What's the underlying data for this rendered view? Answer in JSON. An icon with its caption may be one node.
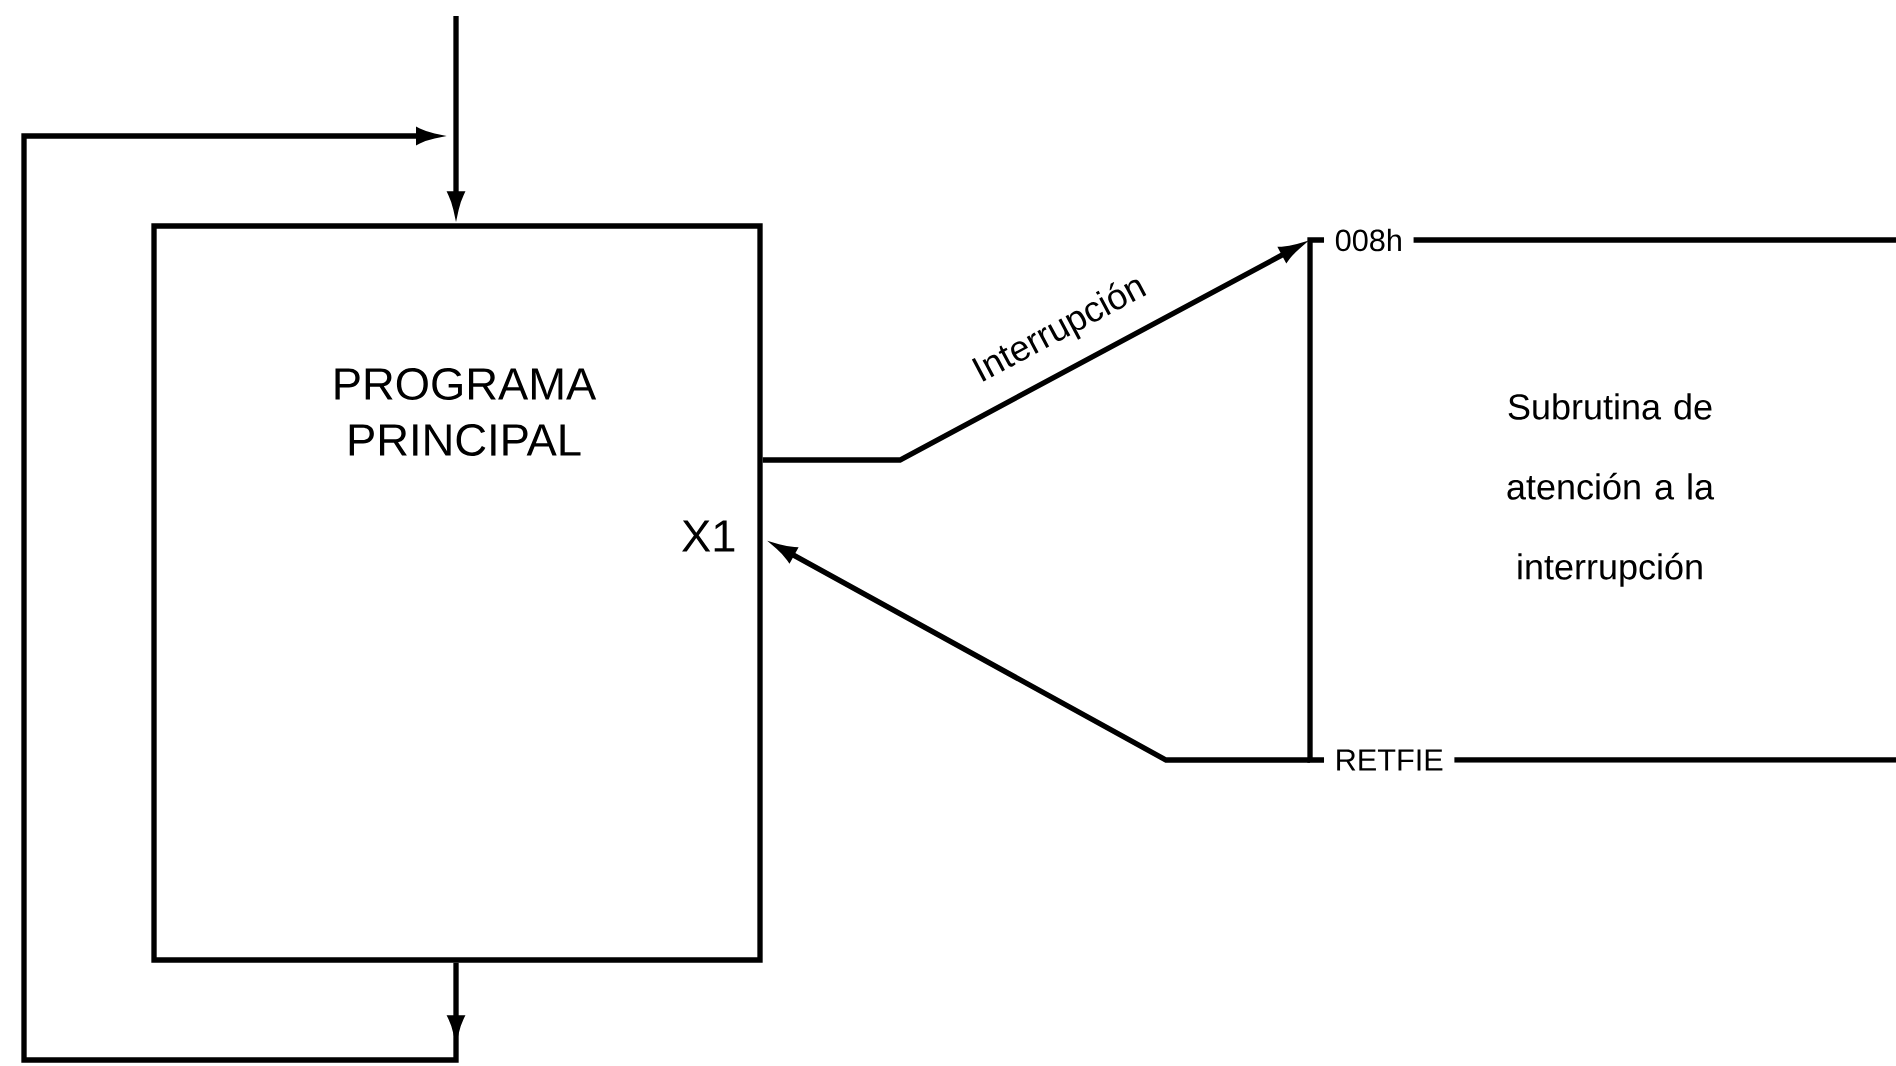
{
  "diagram": {
    "nodes": [
      {
        "text": [
          "PROGRAMA PRINCIPAL",
          "X1"
        ]
      },
      {
        "text": [
          "008h"
        ]
      },
      {
        "text": [
          "Subrutina de atención a la interrupción"
        ]
      },
      {
        "text": [
          "RETFIE"
        ]
      }
    ],
    "edges": [
      {
        "from": null,
        "to": 0,
        "arrow": "to"
      },
      {
        "from": 0,
        "to": 0,
        "arrow": "to"
      },
      {
        "from": 0,
        "to": 1,
        "arrow": "to",
        "label": "Interrupción"
      },
      {
        "from": 3,
        "to": 0,
        "arrow": "to"
      }
    ]
  }
}
